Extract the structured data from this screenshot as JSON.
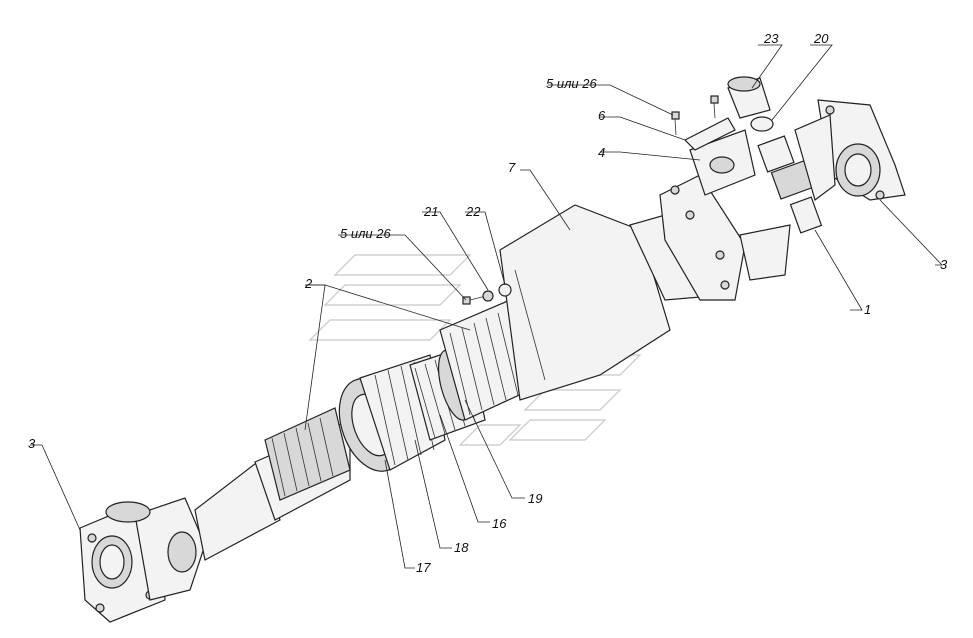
{
  "callouts": [
    {
      "id": "c23",
      "label": "23"
    },
    {
      "id": "c20",
      "label": "20"
    },
    {
      "id": "c5a",
      "label": "5 или 26"
    },
    {
      "id": "c6",
      "label": "6"
    },
    {
      "id": "c4",
      "label": "4"
    },
    {
      "id": "c7",
      "label": "7"
    },
    {
      "id": "c21",
      "label": "21"
    },
    {
      "id": "c22",
      "label": "22"
    },
    {
      "id": "c5b",
      "label": "5 или 26"
    },
    {
      "id": "c2",
      "label": "2"
    },
    {
      "id": "c3r",
      "label": "3"
    },
    {
      "id": "c1",
      "label": "1"
    },
    {
      "id": "c3l",
      "label": "3"
    },
    {
      "id": "c19",
      "label": "19"
    },
    {
      "id": "c16",
      "label": "16"
    },
    {
      "id": "c18",
      "label": "18"
    },
    {
      "id": "c17",
      "label": "17"
    }
  ]
}
